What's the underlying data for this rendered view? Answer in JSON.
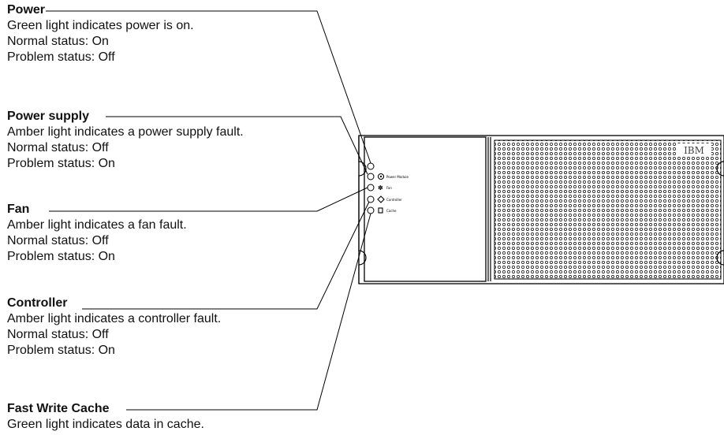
{
  "callouts": [
    {
      "title": "Power",
      "lines": [
        "Green light indicates power is on.",
        "Normal status: On",
        "Problem status: Off"
      ]
    },
    {
      "title": "Power supply",
      "lines": [
        "Amber light indicates a power supply fault.",
        "Normal status: Off",
        "Problem status: On"
      ]
    },
    {
      "title": "Fan",
      "lines": [
        "Amber light indicates a fan fault.",
        "Normal status: Off",
        "Problem status: On"
      ]
    },
    {
      "title": "Controller",
      "lines": [
        "Amber light indicates a controller fault.",
        "Normal status: Off",
        "Problem status: On"
      ]
    },
    {
      "title": "Fast Write Cache",
      "lines": [
        "Green light indicates data in cache."
      ]
    }
  ],
  "panel": {
    "brand": "IBM",
    "led_labels": [
      "Power Module",
      "Fan",
      "Controller",
      "Cache"
    ]
  }
}
